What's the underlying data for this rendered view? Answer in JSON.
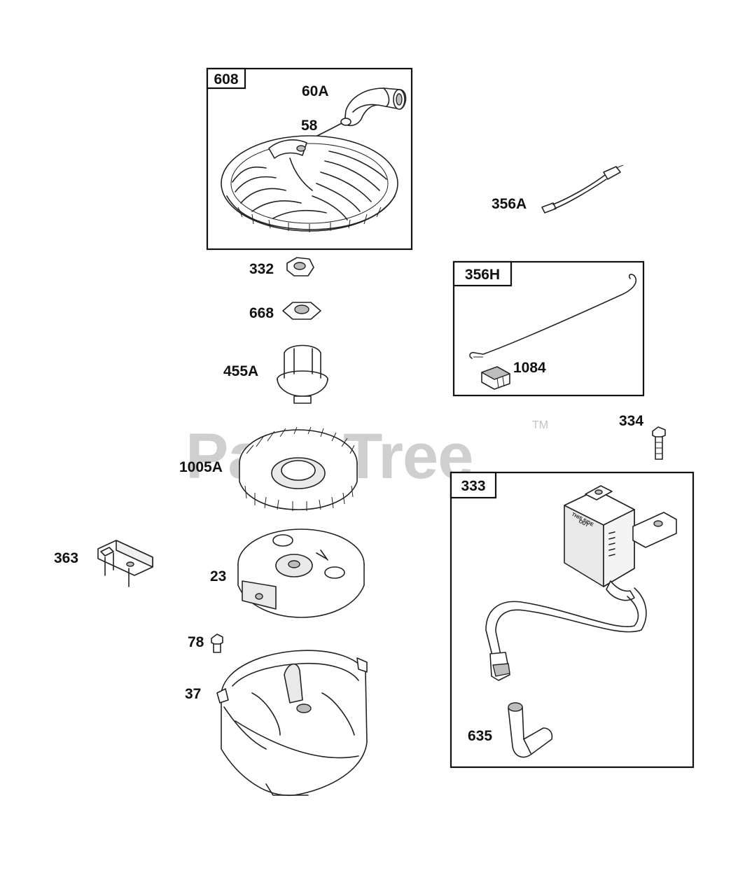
{
  "watermark": {
    "text": "PartsTree",
    "trademark": "TM"
  },
  "groups": [
    {
      "id": "g608",
      "tag": "608"
    },
    {
      "id": "g356H",
      "tag": "356H"
    },
    {
      "id": "g333",
      "tag": "333"
    }
  ],
  "callouts": {
    "c60A": "60A",
    "c58": "58",
    "c356A": "356A",
    "c332": "332",
    "c668": "668",
    "c455A": "455A",
    "c1084": "1084",
    "c334": "334",
    "c1005A": "1005A",
    "c363": "363",
    "c23": "23",
    "c78": "78",
    "c37": "37",
    "c635": "635"
  },
  "coil_print": [
    "THIS SIDE",
    "OUT"
  ]
}
